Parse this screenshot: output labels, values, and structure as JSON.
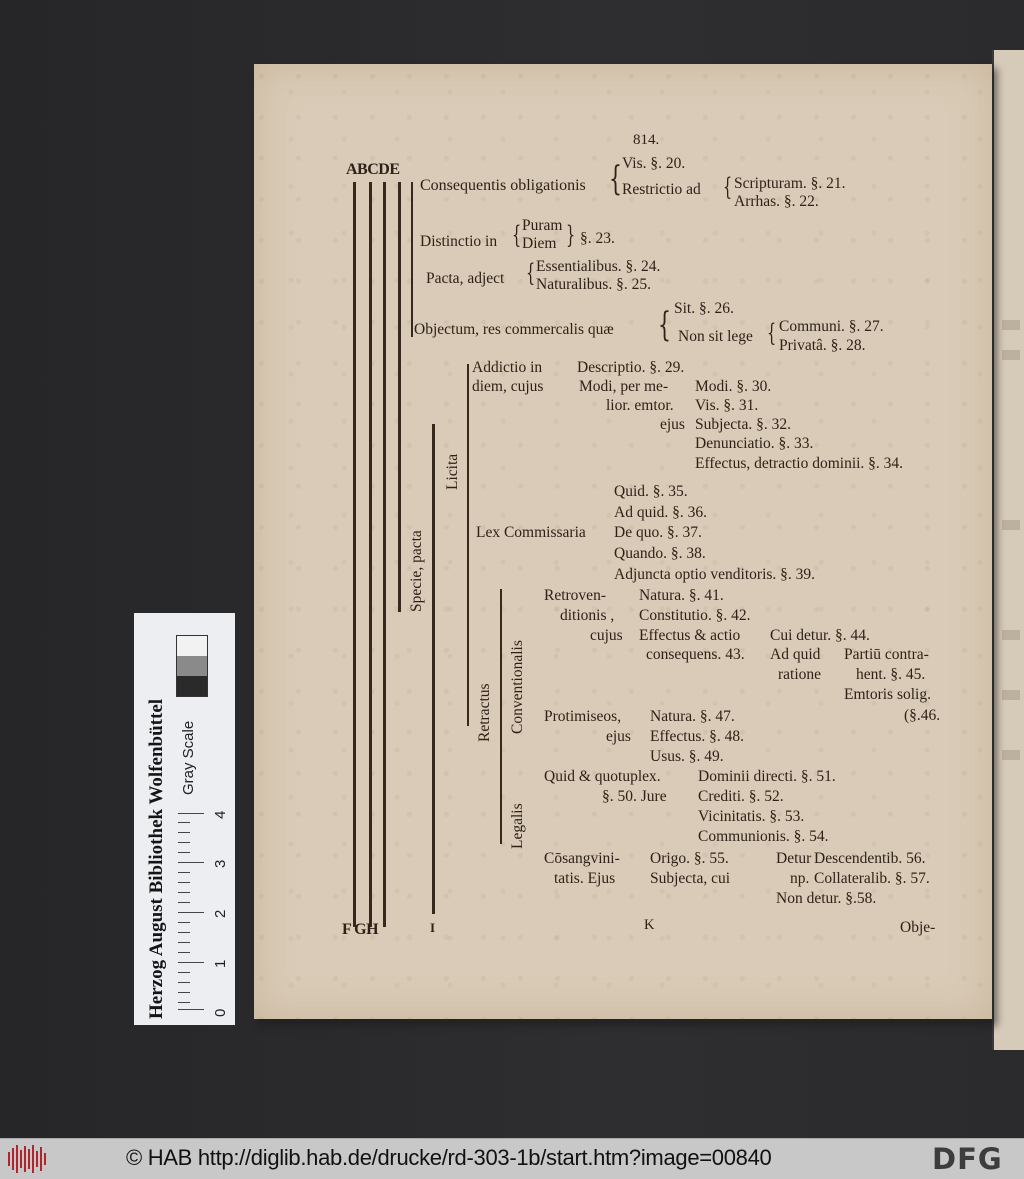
{
  "page": {
    "page_number": "814.",
    "column_letters_top": "ABCDE",
    "column_letters_bottom_left": "F GH",
    "column_letter_i": "I",
    "column_letter_k": "K",
    "catchword": "Obje-"
  },
  "outline": {
    "consequentis": {
      "label": "Consequentis obligationis",
      "vis": "Vis. §. 20.",
      "restrictio": "Restrictio ad",
      "scripturam": "Scripturam. §. 21.",
      "arrhas": "Arrhas. §. 22."
    },
    "distinctio": {
      "label": "Distinctio in",
      "puram": "Puram",
      "diem": "Diem",
      "ref": "§. 23."
    },
    "pacta_adject": {
      "label": "Pacta, adject",
      "essentialibus": "Essentialibus. §. 24.",
      "naturalibus": "Naturalibus. §. 25."
    },
    "objectum": {
      "label": "Objectum, res commercalis quæ",
      "sit": "Sit. §. 26.",
      "non_sit": "Non sit lege",
      "communi": "Communi. §. 27.",
      "privata": "Privatâ. §. 28."
    },
    "specie_pacta": "Specie, pacta",
    "licita": "Licita",
    "addictio": {
      "label_1": "Addictio in",
      "label_2": "diem, cujus",
      "descriptio": "Descriptio. §. 29.",
      "modi_1": "Modi, per me-",
      "modi_2": "lior. emtor.",
      "modi_3": "ejus",
      "modi": "Modi. §. 30.",
      "vis": "Vis. §. 31.",
      "subjecta": "Subjecta. §. 32.",
      "denunciatio": "Denunciatio. §. 33.",
      "effectus": "Effectus, detractio dominii. §. 34."
    },
    "lex_commissaria": {
      "label": "Lex Commissaria",
      "quid": "Quid. §. 35.",
      "ad_quid": "Ad quid. §. 36.",
      "de_quo": "De quo. §. 37.",
      "quando": "Quando. §. 38.",
      "adjuncta": "Adjuncta optio venditoris. §. 39."
    },
    "retractus": "Retractus",
    "conventionalis": "Conventionalis",
    "retrovenditionis": {
      "label_1": "Retroven-",
      "label_2": "ditionis ,",
      "label_3": "cujus",
      "natura": "Natura. §. 41.",
      "constitutio": "Constitutio. §. 42.",
      "effectus_1": "Effectus & actio",
      "effectus_2": "consequens. 43.",
      "cui_detur": "Cui detur. §. 44.",
      "ad_quid_1": "Ad quid",
      "ad_quid_2": "ratione",
      "partium_1": "Partiū contra-",
      "partium_2": "hent. §. 45.",
      "emtoris": "Emtoris solig.",
      "ref_46": "(§.46."
    },
    "protimiseos": {
      "label_1": "Protimiseos,",
      "label_2": "ejus",
      "natura": "Natura. §. 47.",
      "effectus": "Effectus. §. 48.",
      "usus": "Usus. §. 49."
    },
    "legalis": "Legalis",
    "quid_quotuplex": {
      "label_1": "Quid & quotuplex.",
      "label_2": "§. 50. Jure",
      "dominii": "Dominii directi. §. 51.",
      "crediti": "Crediti. §. 52.",
      "vicinitatis": "Vicinitatis. §. 53.",
      "communionis": "Communionis. §. 54."
    },
    "consanguinitatis": {
      "label_1": "Cōsangvini-",
      "label_2": "tatis. Ejus",
      "origo": "Origo. §. 55.",
      "subjecta": "Subjecta, cui",
      "detur_1": "Detur",
      "detur_2": "np.",
      "descendentib": "Descendentib. 56.",
      "collateralib": "Collateralib. §. 57.",
      "non_detur": "Non detur. §.58."
    }
  },
  "scale_card": {
    "title": "Herzog August Bibliothek Wolfenbüttel",
    "gray_label": "Gray Scale",
    "ruler_numbers": [
      "0",
      "1",
      "2",
      "3",
      "4"
    ],
    "gray_swatches": [
      "#f2f2f2",
      "#8a8a8a",
      "#2a2a2a"
    ]
  },
  "footer": {
    "copyright_url": "© HAB http://diglib.hab.de/drucke/rd-303-1b/start.htm?image=00840",
    "dfg_logo": "DFG",
    "brand_color": "#b0262e"
  }
}
